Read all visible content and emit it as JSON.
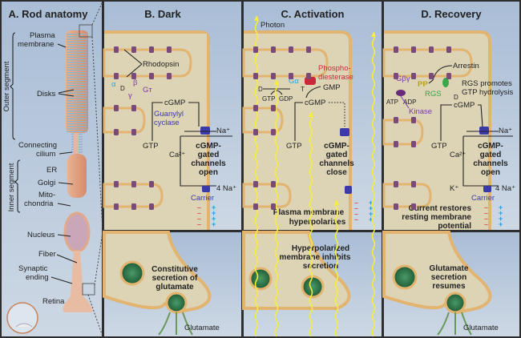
{
  "colors": {
    "panel_bg": "#b9c9dc",
    "cell": "#ddd4b6",
    "membrane": "#e2b470",
    "rhodopsin": "#7a4a7a",
    "photon": "#f6ee3a",
    "vesicle": "#2e7a4a",
    "channel": "#3a3aa8",
    "phosphodiesterase": "#c8283a"
  },
  "panelA": {
    "title": "A. Rod anatomy",
    "outer_segment": "Outer segment",
    "inner_segment": "Inner segment",
    "plasma1": "Plasma",
    "plasma2": "membrane",
    "disks": "Disks",
    "connecting1": "Connecting",
    "connecting2": "cilium",
    "er": "ER",
    "golgi": "Golgi",
    "mito1": "Mito-",
    "mito2": "chondria",
    "nucleus": "Nucleus",
    "fiber": "Fiber",
    "synaptic1": "Synaptic",
    "synaptic2": "ending",
    "retina": "Retina"
  },
  "panelB": {
    "title": "B. Dark",
    "rhodopsin": "Rhodopsin",
    "alpha": "α",
    "d": "D",
    "beta": "β",
    "gamma": "γ",
    "gt": "Gᴛ",
    "cgmp": "cGMP",
    "gc1": "Guanylyl",
    "gc2": "cyclase",
    "na": "Na⁺",
    "gtp": "GTP",
    "ca": "Ca²⁺",
    "ch1": "cGMP-",
    "ch2": "gated",
    "ch3": "channels",
    "ch4": "open",
    "na4": "4 Na⁺",
    "carrier": "Carrier",
    "sec1": "Constitutive",
    "sec2": "secretion of",
    "sec3": "glutamate",
    "glutamate": "Glutamate"
  },
  "panelC": {
    "title": "C. Activation",
    "photon": "Photon",
    "pde1": "Phospho-",
    "pde2": "diesterase",
    "galpha": "Gα",
    "gmp": "GMP",
    "d": "D",
    "gtp1": "GTP",
    "gdp": "GDP",
    "t": "T",
    "cgmp": "cGMP",
    "gtp": "GTP",
    "ch1": "cGMP-",
    "ch2": "gated",
    "ch3": "channels",
    "ch4": "close",
    "hyp1": "Plasma membrane",
    "hyp2": "hyperpolarizes",
    "inh1": "Hyperpolarized",
    "inh2": "membrane inhibits",
    "inh3": "secretion"
  },
  "panelD": {
    "title": "D. Recovery",
    "arrestin": "Arrestin",
    "gby": "Gβγ",
    "pp": "PP",
    "rgs1": "RGS promotes",
    "rgs2": "GTP hydrolysis",
    "rgs": "RGS",
    "d": "D",
    "atp": "ATP",
    "adp": "ADP",
    "kinase": "Kinase",
    "cgmp": "cGMP",
    "na": "Na⁺",
    "gtp": "GTP",
    "ca": "Ca²⁺",
    "ch1": "cGMP-",
    "ch2": "gated",
    "ch3": "channels",
    "ch4": "open",
    "k": "K⁺",
    "na4": "4 Na⁺",
    "carrier": "Carrier",
    "cur1": "Current restores",
    "cur2": "resting membrane",
    "cur3": "potential",
    "res1": "Glutamate",
    "res2": "secretion",
    "res3": "resumes",
    "glutamate": "Glutamate"
  }
}
